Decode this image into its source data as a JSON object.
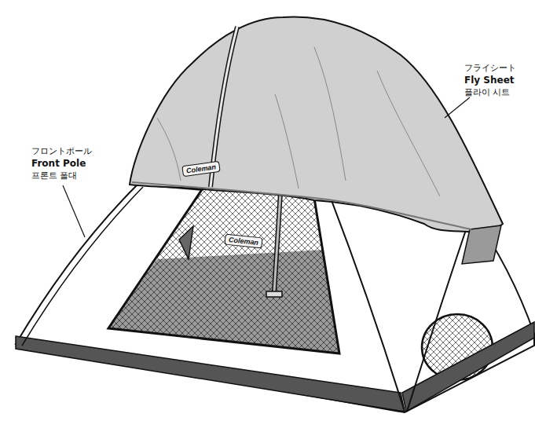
{
  "diagram": {
    "labels": [
      "フロントポール",
      "Front Pole",
      "프론트 폴대",
      "フライシート",
      "Fly Sheet",
      "플라이 시트",
      "Coleman",
      "Coleman"
    ]
  }
}
